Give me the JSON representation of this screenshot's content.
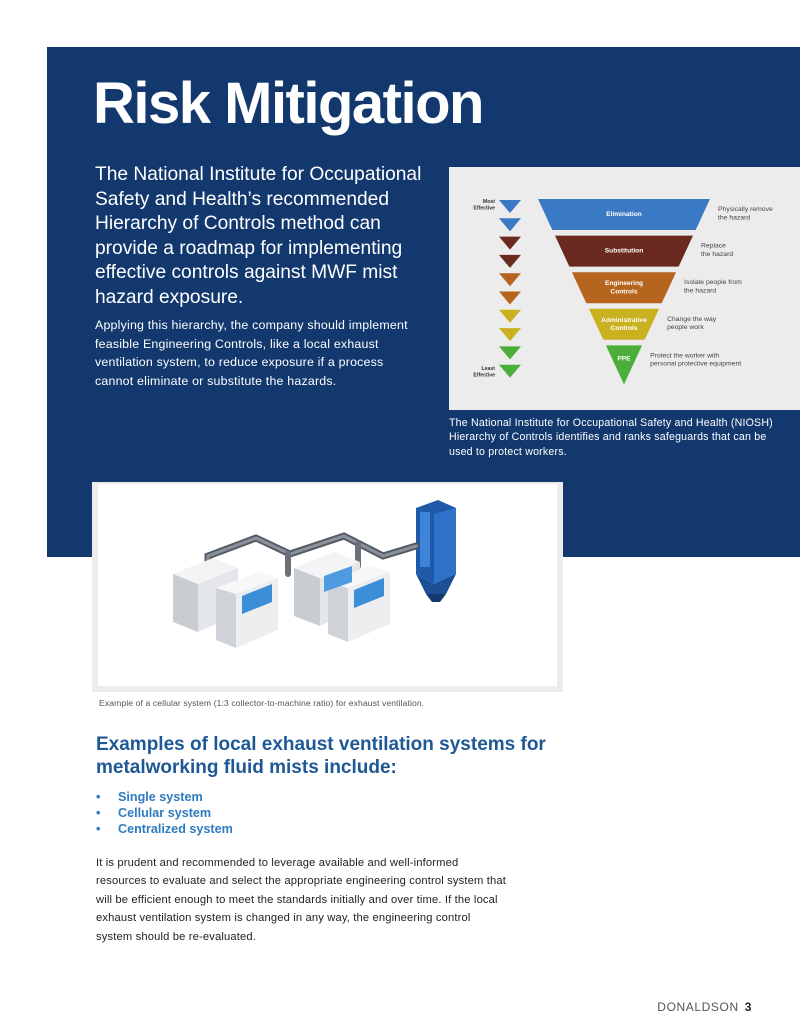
{
  "page": {
    "title": "Risk Mitigation",
    "lead": "The National Institute for Occupational Safety and Health’s recommended Hierarchy of Controls method can provide a roadmap for implementing effective controls against MWF mist hazard exposure.",
    "body": "Applying this hierarchy, the company should implement feasible Engineering Controls, like a local exhaust ventilation system, to reduce exposure if a process cannot eliminate or substitute the hazards."
  },
  "hierarchy": {
    "most_label": [
      "Most",
      "Effective"
    ],
    "least_label": [
      "Least",
      "Effective"
    ],
    "levels": [
      {
        "name": [
          "Elimination"
        ],
        "desc": [
          "Physically remove",
          "the hazard"
        ],
        "color": "#3a79c4"
      },
      {
        "name": [
          "Substitution"
        ],
        "desc": [
          "Replace",
          "the hazard"
        ],
        "color": "#6b2a1f"
      },
      {
        "name": [
          "Engineering",
          "Controls"
        ],
        "desc": [
          "Isolate people from",
          "the hazard"
        ],
        "color": "#b5651d"
      },
      {
        "name": [
          "Administrative",
          "Controls"
        ],
        "desc": [
          "Change the way",
          "people work"
        ],
        "color": "#c9b120"
      },
      {
        "name": [
          "PPE"
        ],
        "desc": [
          "Protect the worker with",
          "personal protective equipment"
        ],
        "color": "#4cae3a"
      }
    ],
    "arrow_colors": [
      "#3a79c4",
      "#3a79c4",
      "#6b2a1f",
      "#6b2a1f",
      "#b5651d",
      "#b5651d",
      "#c9b120",
      "#c9b120",
      "#4cae3a",
      "#4cae3a"
    ],
    "caption": "The National Institute for Occupational Safety and Health (NIOSH) Hierarchy of Controls identifies and ranks safeguards that can be used to protect workers."
  },
  "system_image": {
    "caption": "Example of a cellular system (1:3 collector-to-machine ratio) for exhaust ventilation."
  },
  "examples": {
    "heading": "Examples of local exhaust ventilation systems for metalworking fluid mists include:",
    "items": [
      "Single system",
      "Cellular system",
      "Centralized system"
    ],
    "bullet": "•"
  },
  "closing": "It is prudent and recommended to leverage available and well-informed resources to evaluate and select the appropriate engineering control system that will be efficient enough to meet the standards initially and over time. If the local exhaust ventilation system is changed in any way, the engineering control system should be re-evaluated.",
  "footer": {
    "brand": "DONALDSON",
    "page_number": "3"
  },
  "colors": {
    "hero_blue": "#12386e",
    "heading_blue": "#1f5896",
    "list_blue": "#2e7bc1"
  }
}
